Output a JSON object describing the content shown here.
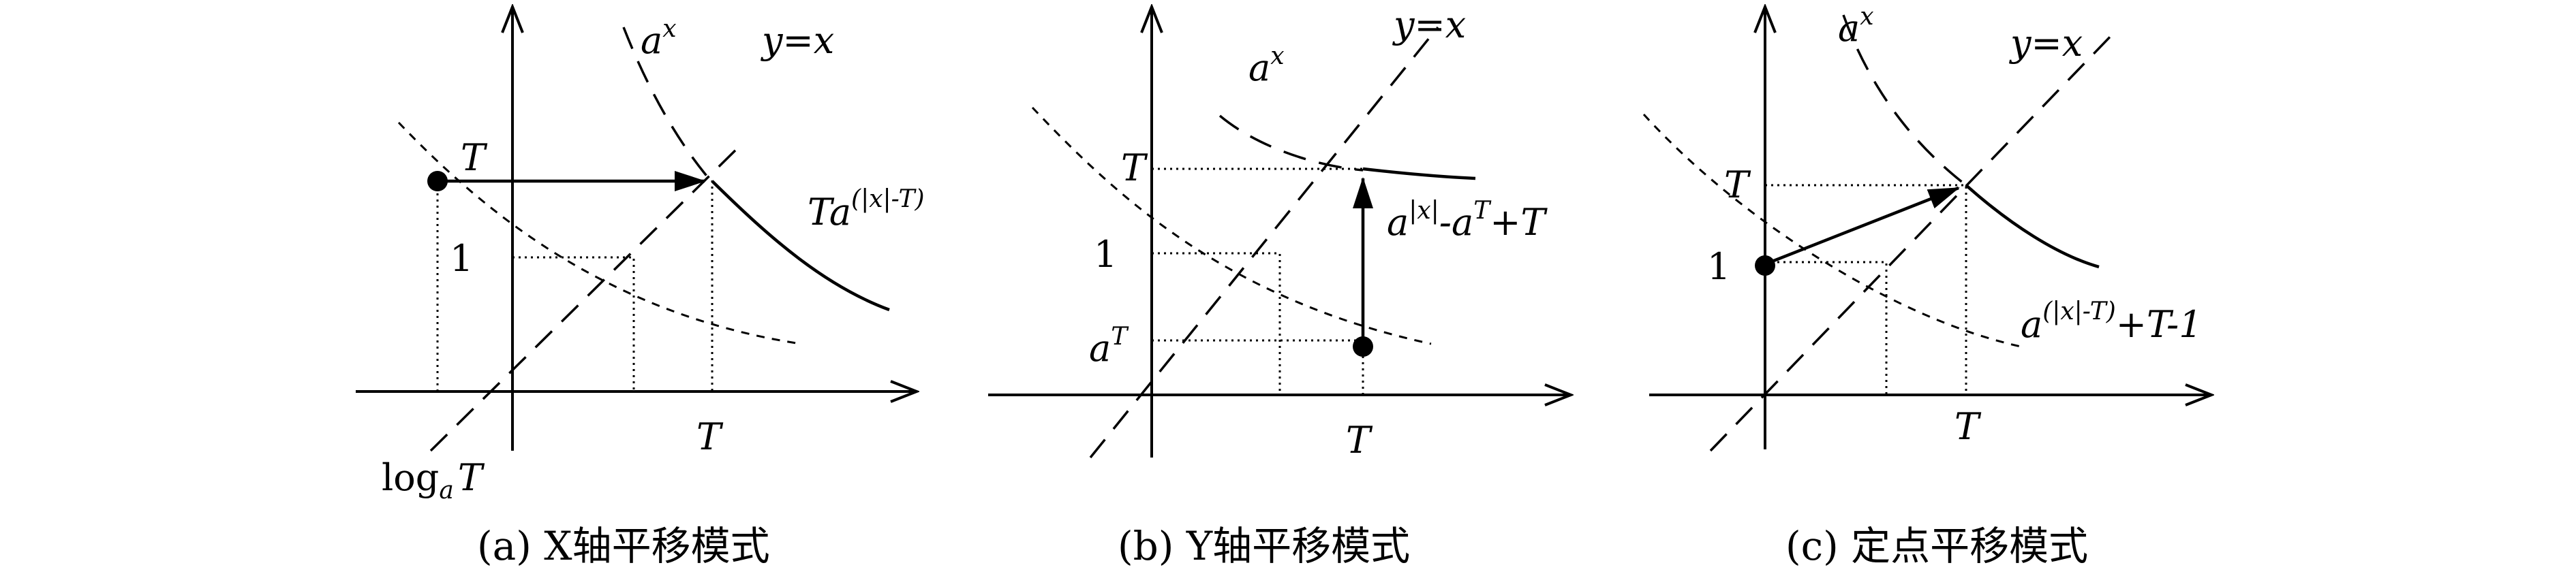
{
  "panels": [
    {
      "id": "a",
      "caption": "(a) X轴平移模式",
      "labels": {
        "ax": "a",
        "ax_sup": "x",
        "yx": "y=x",
        "T_left": "T",
        "one": "1",
        "func_base": "Ta",
        "func_sup": "(|x|-T)",
        "T_axis": "T",
        "log_main": "log",
        "log_sub": "a",
        "log_T": "T"
      }
    },
    {
      "id": "b",
      "caption": "(b) Y轴平移模式",
      "labels": {
        "ax": "a",
        "ax_sup": "x",
        "yx": "y=x",
        "T_left": "T",
        "one": "1",
        "aT_base": "a",
        "aT_sup": "T",
        "func_a": "a",
        "func_sup1": "|x|",
        "func_mid": "-a",
        "func_sup2": "T",
        "func_end": "+T",
        "T_axis": "T"
      }
    },
    {
      "id": "c",
      "caption": "(c) 定点平移模式",
      "labels": {
        "ax": "a",
        "ax_sup": "x",
        "yx": "y=x",
        "T_left": "T",
        "one": "1",
        "func_a": "a",
        "func_sup": "(|x|-T)",
        "func_end": "+T-1",
        "T_axis": "T"
      }
    }
  ]
}
